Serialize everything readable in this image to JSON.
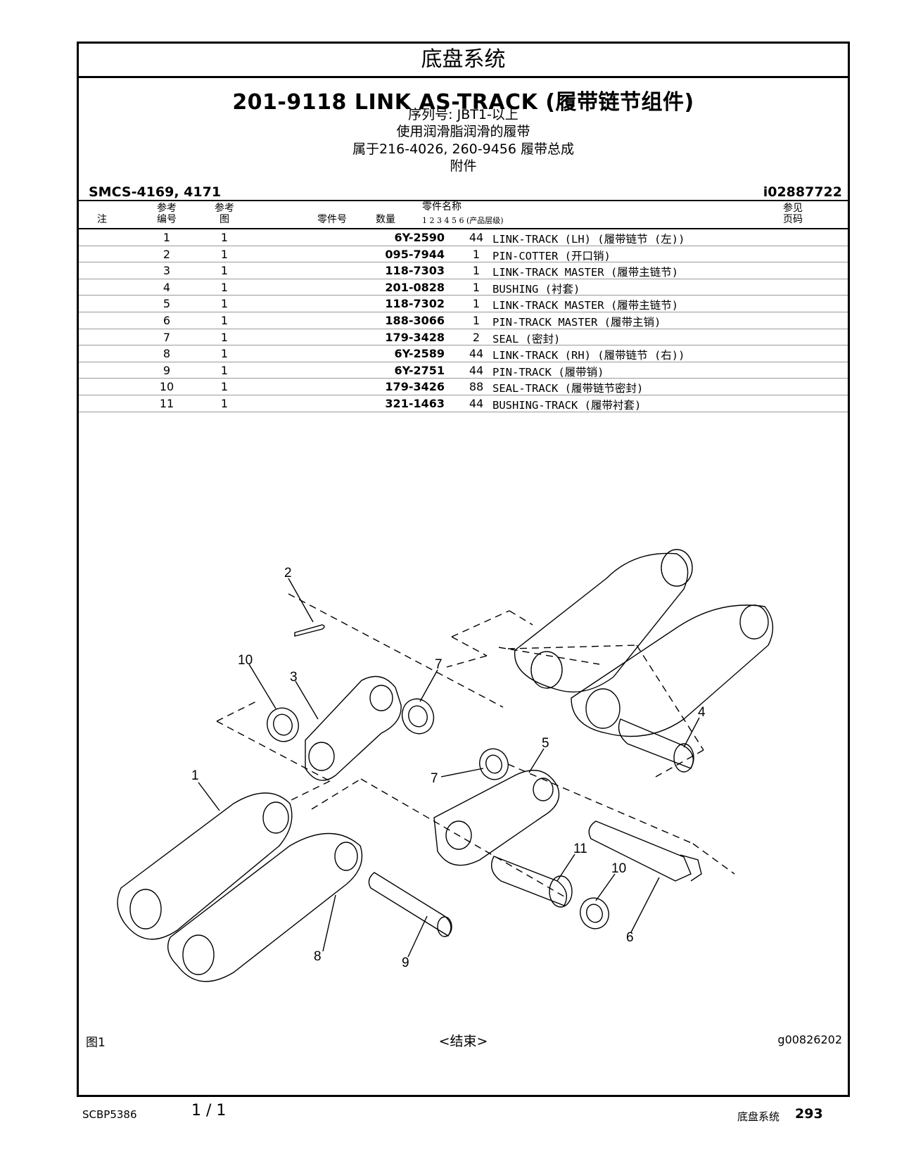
{
  "header": {
    "section": "底盘系统",
    "title": "201-9118 LINK AS-TRACK (履带链节组件)",
    "serial": "序列号:   JBT1-以上",
    "usage": "使用润滑脂润滑的履带",
    "belongs": "属于216-4026, 260-9456 履带总成",
    "attachment": "附件",
    "smcs": "SMCS-4169, 4171",
    "ref_id": "i02887722"
  },
  "columns": {
    "note": "注",
    "ref_no": "参考\n编号",
    "ref_fig": "参考\n图",
    "part_no": "零件号",
    "qty": "数量",
    "part_name": "零件名称",
    "levels": "1  2  3  4  5  6 (产品层级)",
    "see_page": "参见\n页码"
  },
  "parts": [
    {
      "ref": "1",
      "fig": "1",
      "pn": "6Y-2590",
      "qty": "44",
      "name": "LINK-TRACK (LH) (履带链节 (左))"
    },
    {
      "ref": "2",
      "fig": "1",
      "pn": "095-7944",
      "qty": "1",
      "name": "PIN-COTTER (开口销)"
    },
    {
      "ref": "3",
      "fig": "1",
      "pn": "118-7303",
      "qty": "1",
      "name": "LINK-TRACK MASTER (履带主链节)"
    },
    {
      "ref": "4",
      "fig": "1",
      "pn": "201-0828",
      "qty": "1",
      "name": "BUSHING (衬套)"
    },
    {
      "ref": "5",
      "fig": "1",
      "pn": "118-7302",
      "qty": "1",
      "name": "LINK-TRACK MASTER (履带主链节)"
    },
    {
      "ref": "6",
      "fig": "1",
      "pn": "188-3066",
      "qty": "1",
      "name": "PIN-TRACK MASTER (履带主销)"
    },
    {
      "ref": "7",
      "fig": "1",
      "pn": "179-3428",
      "qty": "2",
      "name": "SEAL (密封)"
    },
    {
      "ref": "8",
      "fig": "1",
      "pn": "6Y-2589",
      "qty": "44",
      "name": "LINK-TRACK (RH) (履带链节 (右))"
    },
    {
      "ref": "9",
      "fig": "1",
      "pn": "6Y-2751",
      "qty": "44",
      "name": "PIN-TRACK (履带销)"
    },
    {
      "ref": "10",
      "fig": "1",
      "pn": "179-3426",
      "qty": "88",
      "name": "SEAL-TRACK (履带链节密封)"
    },
    {
      "ref": "11",
      "fig": "1",
      "pn": "321-1463",
      "qty": "44",
      "name": "BUSHING-TRACK (履带衬套)"
    }
  ],
  "diagram": {
    "callouts": [
      "2",
      "10",
      "3",
      "7",
      "4",
      "5",
      "7",
      "1",
      "11",
      "10",
      "6",
      "8",
      "9"
    ]
  },
  "footer": {
    "figure": "图1",
    "end": "<结束>",
    "graphic_id": "g00826202"
  },
  "page": {
    "doc": "SCBP5386",
    "count": "1 / 1",
    "section": "底盘系统",
    "number": "293"
  }
}
